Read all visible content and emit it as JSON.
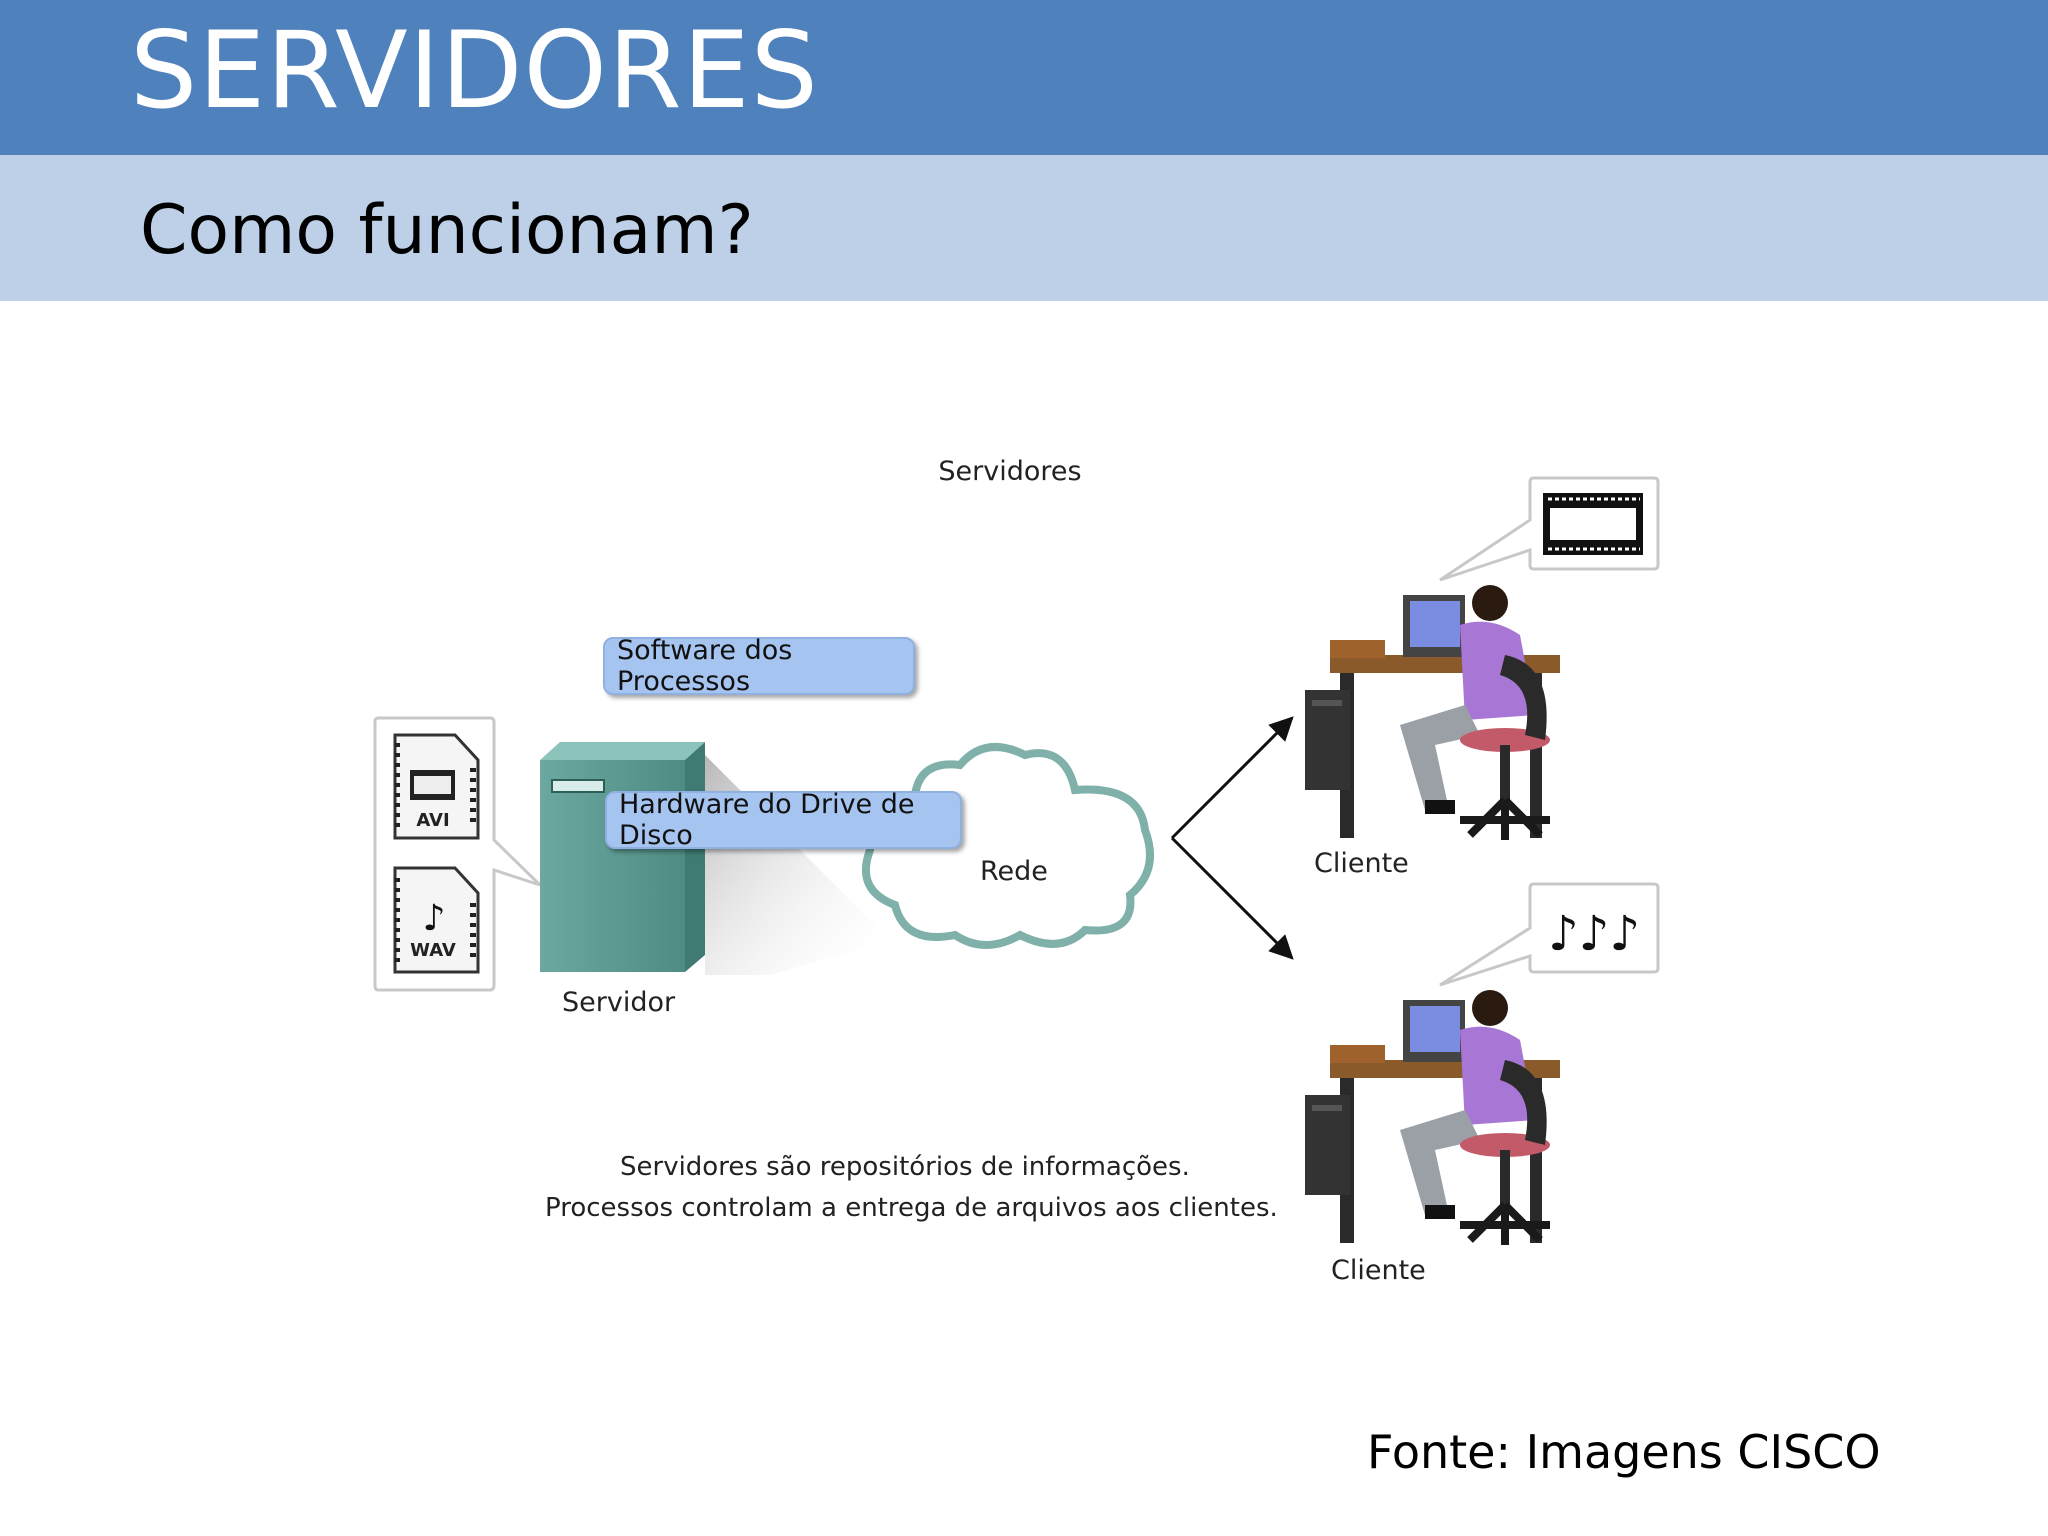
{
  "header": {
    "title": "SERVIDORES",
    "subtitle": "Como funcionam?"
  },
  "diagram": {
    "title": "Servidores",
    "software_label": "Software dos Processos",
    "hardware_label": "Hardware do Drive de Disco",
    "network_label": "Rede",
    "server_label": "Servidor",
    "client_top_label": "Cliente",
    "client_bottom_label": "Cliente",
    "file_avi_label": "AVI",
    "file_wav_label": "WAV",
    "caption_line1": "Servidores são repositórios de informações.",
    "caption_line2": "Processos controlam a entrega de arquivos aos clientes."
  },
  "footer": {
    "source": "Fonte: Imagens CISCO"
  },
  "colors": {
    "title_bar": "#4f81bd",
    "subtitle_bar": "#bdd0e8",
    "server_body": "#5a9a92",
    "label_box": "#a6c4f0",
    "cloud_stroke": "#7fb0aa",
    "client_shirt": "#a877d6"
  }
}
